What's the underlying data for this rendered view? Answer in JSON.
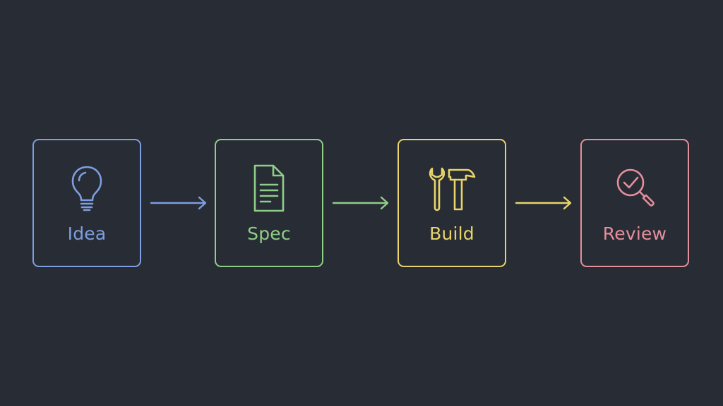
{
  "steps": [
    {
      "label": "Idea",
      "icon": "lightbulb-icon",
      "color": "#7d9ee0"
    },
    {
      "label": "Spec",
      "icon": "document-icon",
      "color": "#8fce88"
    },
    {
      "label": "Build",
      "icon": "wrench-hammer-icon",
      "color": "#e8d46a"
    },
    {
      "label": "Review",
      "icon": "magnifier-check-icon",
      "color": "#e48f9c"
    }
  ],
  "arrows": [
    {
      "color": "#7d9ee0"
    },
    {
      "color": "#8fce88"
    },
    {
      "color": "#e8d46a"
    }
  ],
  "background": "#282c34"
}
